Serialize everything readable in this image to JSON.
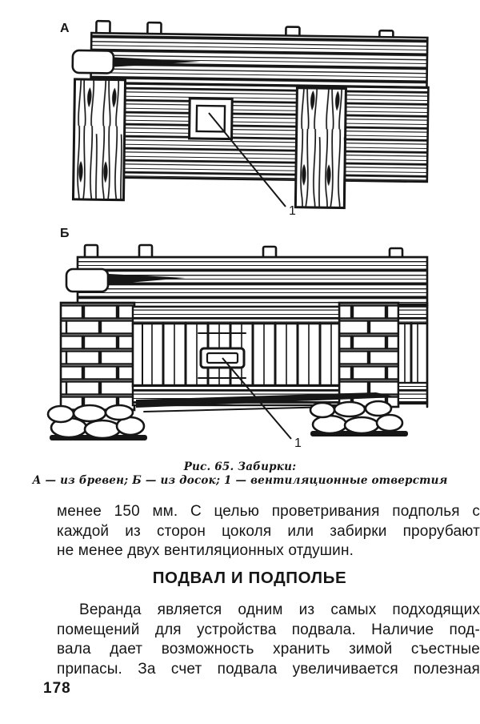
{
  "colors": {
    "ink": "#161616",
    "paper": "#ffffff"
  },
  "figure": {
    "label_a": "А",
    "label_b": "Б",
    "callout_a": "1",
    "callout_b": "1",
    "caption_title": "Рис. 65. Забирки:",
    "caption_legend": "А — из бревен; Б — из досок; 1 — вентиляционные отверстия"
  },
  "body": {
    "paragraph1_lines": [
      "менее 150 мм. С целью проветривания подполья с",
      "каждой из сторон цоколя или забирки прорубают",
      "не менее двух вентиляционных отдушин."
    ],
    "heading": "ПОДВАЛ И ПОДПОЛЬЕ",
    "paragraph2_lines": [
      "Веранда является одним из самых подходящих",
      "помещений для устройства подвала. Наличие под-",
      "вала дает возможность хранить зимой съестные",
      "припасы. За счет подвала увеличивается полезная"
    ]
  },
  "page_number": "178"
}
